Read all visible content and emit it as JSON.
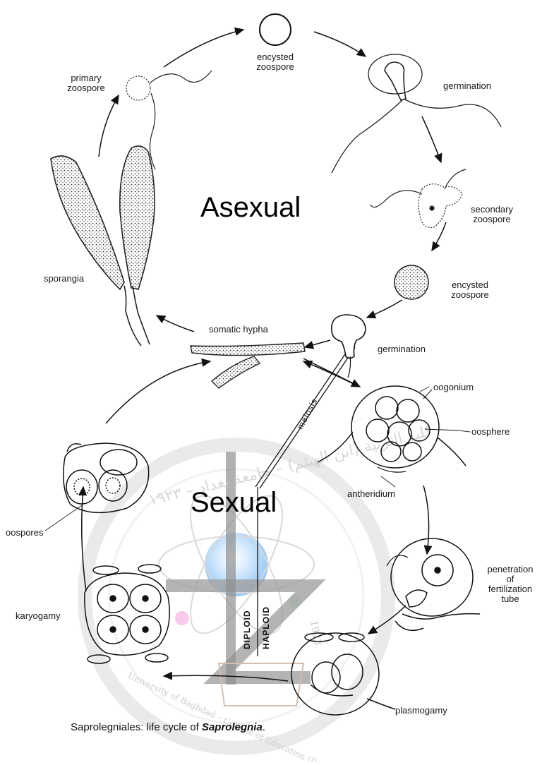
{
  "titles": {
    "asexual": "Asexual",
    "sexual": "Sexual"
  },
  "labels": {
    "encysted_zoospore_top": [
      "encysted",
      "zoospore"
    ],
    "primary_zoospore": [
      "primary",
      "zoospore"
    ],
    "germination_top": "germination",
    "secondary_zoospore": [
      "secondary",
      "zoospore"
    ],
    "encysted_zoospore_right": [
      "encysted",
      "zoospore"
    ],
    "germination_mid": "germination",
    "sporangia": "sporangia",
    "somatic_hypha": "somatic hypha",
    "oogonium": "oogonium",
    "oosphere": "oosphere",
    "meiosis": "meiosis",
    "antheridium": "antheridium",
    "oospores": "oospores",
    "penetration": [
      "penetration",
      "of",
      "fertilization",
      "tube"
    ],
    "karyogamy": "karyogamy",
    "plasmogamy": "plasmogamy",
    "diploid": "DIPLOID",
    "haploid": "HAPLOID"
  },
  "watermark": {
    "arabic_text": "كلية التربية (ابن الهيثم) – جامعة بغداد – ١٩٢٣",
    "english_text": "University of Baghdad – College of Education (Ibn al-Haitham)",
    "year": "1923",
    "colors": {
      "ring": "#d6d6d6",
      "atom": "#8ec5f5",
      "accent": "#f2a0d8"
    }
  },
  "caption": {
    "prefix": "Saprolegniales: life cycle of ",
    "genus": "Saprolegnia",
    "suffix": "."
  }
}
